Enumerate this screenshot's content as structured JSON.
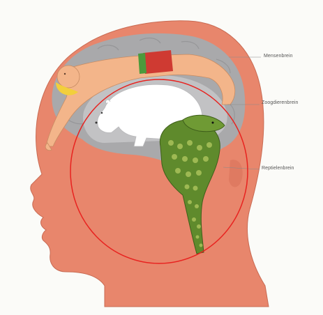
{
  "labels": {
    "human": "Mensenbrein",
    "mammal": "Zoogdierenbrein",
    "reptile": "Reptielenbrein"
  },
  "colors": {
    "skin": "#e8866c",
    "skin_dark": "#d9735a",
    "brain_gray": "#a9a9ab",
    "brain_light": "#c2c2c4",
    "human_figure": "#f3b58a",
    "cloth_red": "#cf3a32",
    "cloth_green": "#4b9a3c",
    "hair_yellow": "#f2cf3c",
    "bear_white": "#ffffff",
    "croc_green": "#5f8a2c",
    "croc_light": "#a9c25a",
    "circle_red": "#e8221f"
  },
  "icons": {
    "human": "human-figure-icon",
    "mammal": "polar-bear-icon",
    "reptile": "crocodile-icon"
  }
}
